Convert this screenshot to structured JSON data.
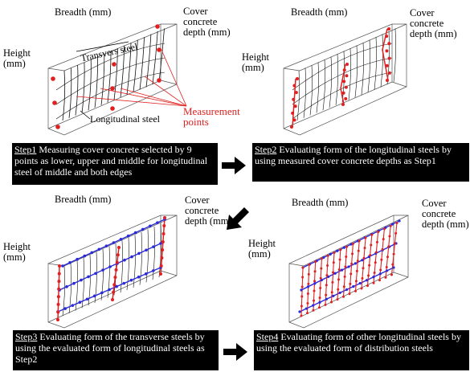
{
  "panels": [
    {
      "id": "step1",
      "breadth_label": "Breadth (mm)",
      "cover_label": "Cover concrete depth (mm)",
      "height_label": "Height (mm)",
      "transverse_label": "Transvers steel",
      "longitudinal_label": "Longitudinal steel",
      "measurement_label": "Measurement points",
      "caption_step": "Step1",
      "caption_text": "Measuring cover concrete selected by 9 points as lower, upper and middle for longitudinal steel of middle and both edges"
    },
    {
      "id": "step2",
      "breadth_label": "Breadth (mm)",
      "cover_label": "Cover concrete depth (mm)",
      "height_label": "Height (mm)",
      "caption_step": "Step2",
      "caption_text": "Evaluating form of the longitudinal steels by using measured cover concrete depths as Step1"
    },
    {
      "id": "step3",
      "breadth_label": "Breadth (mm)",
      "cover_label": "Cover concrete depth (mm)",
      "height_label": "Height (mm)",
      "caption_step": "Step3",
      "caption_text": "Evaluating form of the transverse steels by using the evaluated form of longitudinal steels as Step2"
    },
    {
      "id": "step4",
      "breadth_label": "Breadth (mm)",
      "cover_label": "Cover concrete depth (mm)",
      "height_label": "Height (mm)",
      "caption_step": "Step4",
      "caption_text": "Evaluating form of other longitudinal steels by using the evaluated form of distribution steels"
    }
  ],
  "colors": {
    "points": "#e02020",
    "transverse": "#2a2ad8",
    "steel": "#111111",
    "caption_bg": "#000000"
  },
  "icons": [
    "arrow-right-icon",
    "arrow-down-left-icon",
    "arrow-right-icon"
  ]
}
